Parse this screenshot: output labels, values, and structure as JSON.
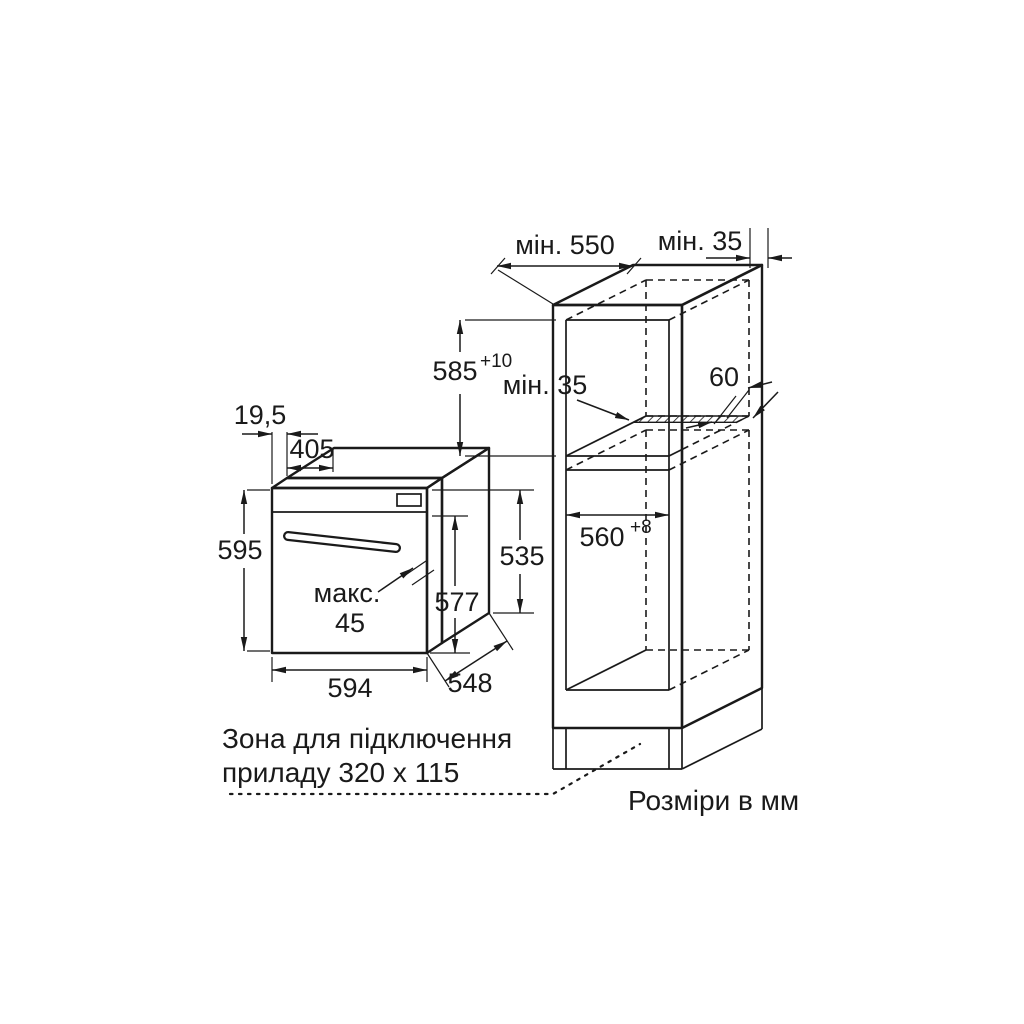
{
  "colors": {
    "ink": "#1a1a1a",
    "paper": "#ffffff"
  },
  "footer": {
    "note_line1": "Зона для підключення",
    "note_line2": "приладу 320 x 115",
    "units_caption": "Розміри в мм"
  },
  "oven_dims": {
    "door_offset": "19,5",
    "body_top_depth": "405",
    "front_height": "595",
    "max_label": "макс.",
    "max_value": "45",
    "body_height": "577",
    "side_height": "535",
    "width": "594",
    "depth": "548"
  },
  "cabinet_dims": {
    "min_depth": "мін. 550",
    "min_wall_gap": "мін. 35",
    "niche_height": "585",
    "niche_height_tol": "+10",
    "min_shelf_gap": "мін. 35",
    "vent_width": "60",
    "niche_width": "560",
    "niche_width_tol": "+8"
  }
}
